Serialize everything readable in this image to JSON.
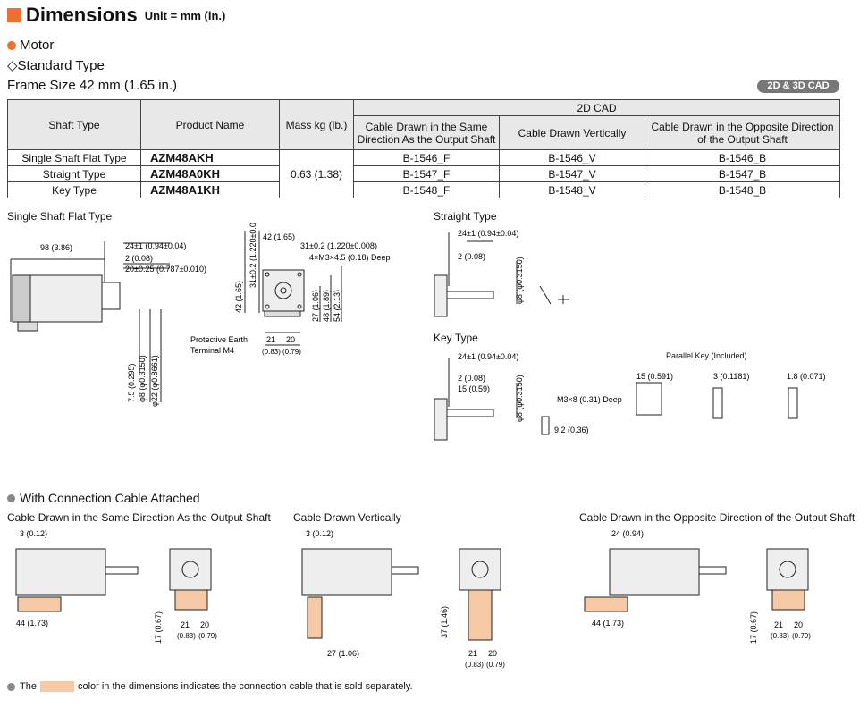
{
  "header": {
    "title": "Dimensions",
    "unit": "Unit = mm (in.)"
  },
  "motor": {
    "label": "Motor"
  },
  "standard_type": "Standard Type",
  "frame_size": "Frame Size 42 mm (1.65 in.)",
  "cad_badge": "2D & 3D CAD",
  "table": {
    "headers": {
      "shaft_type": "Shaft Type",
      "product_name": "Product Name",
      "mass": "Mass kg (lb.)",
      "cad_group": "2D CAD",
      "cad_same": "Cable Drawn in the Same Direction As the Output Shaft",
      "cad_vertical": "Cable Drawn Vertically",
      "cad_opposite": "Cable Drawn in the Opposite Direction of the Output Shaft"
    },
    "mass_value": "0.63 (1.38)",
    "rows": [
      {
        "shaft": "Single Shaft Flat Type",
        "product": "AZM48AKH",
        "same": "B-1546_F",
        "vertical": "B-1546_V",
        "opposite": "B-1546_B"
      },
      {
        "shaft": "Straight Type",
        "product": "AZM48A0KH",
        "same": "B-1547_F",
        "vertical": "B-1547_V",
        "opposite": "B-1547_B"
      },
      {
        "shaft": "Key Type",
        "product": "AZM48A1KH",
        "same": "B-1548_F",
        "vertical": "B-1548_V",
        "opposite": "B-1548_B"
      }
    ]
  },
  "drawings": {
    "single_shaft_title": "Single Shaft Flat Type",
    "straight_title": "Straight Type",
    "key_title": "Key Type",
    "parallel_key": "Parallel Key (Included)",
    "protective_earth": "Protective Earth",
    "terminal": "Terminal M4",
    "dims": {
      "d98": "98 (3.86)",
      "d24": "24±1 (0.94±0.04)",
      "d2": "2 (0.08)",
      "d20": "20±0.25 (0.787±0.010)",
      "d42": "42 (1.65)",
      "d31": "31±0.2 (1.220±0.008)",
      "tap": "4×M3×4.5 (0.18) Deep",
      "d21": "21",
      "d20b": "20",
      "d083": "(0.83)",
      "d079": "(0.79)",
      "d27": "27 (1.06)",
      "d48": "48 (1.89)",
      "d54": "54 (2.13)",
      "d15": "15 (0.59)",
      "m3": "M3×8 (0.31) Deep",
      "d92": "9.2 (0.36)",
      "d8": "φ8 (φ0.3150)",
      "key15": "15 (0.591)",
      "key3": "3 (0.1181)",
      "key18": "1.8 (0.071)"
    },
    "shaft_v": {
      "flat_title": "7.5 (0.295)",
      "d8": "φ8 (φ0.3150)",
      "d22": "φ22 (φ0.8661)"
    }
  },
  "cable_section": {
    "title": "With Connection Cable Attached",
    "same_title": "Cable Drawn in the Same Direction As the Output Shaft",
    "vertical_title": "Cable Drawn Vertically",
    "opposite_title": "Cable Drawn in the Opposite Direction of the Output Shaft",
    "d3": "3 (0.12)",
    "d24": "24 (0.94)",
    "d44": "44 (1.73)",
    "d17": "17 (0.67)",
    "d37": "37 (1.46)",
    "d27": "27 (1.06)",
    "d21": "21",
    "d20": "20",
    "d083": "(0.83)",
    "d079": "(0.79)"
  },
  "footnote": {
    "before": "The",
    "after": "color in the dimensions indicates the connection cable that is sold separately."
  },
  "colors": {
    "accent": "#ef6f2e",
    "cable": "#f6c9a6",
    "badge": "#777777"
  }
}
